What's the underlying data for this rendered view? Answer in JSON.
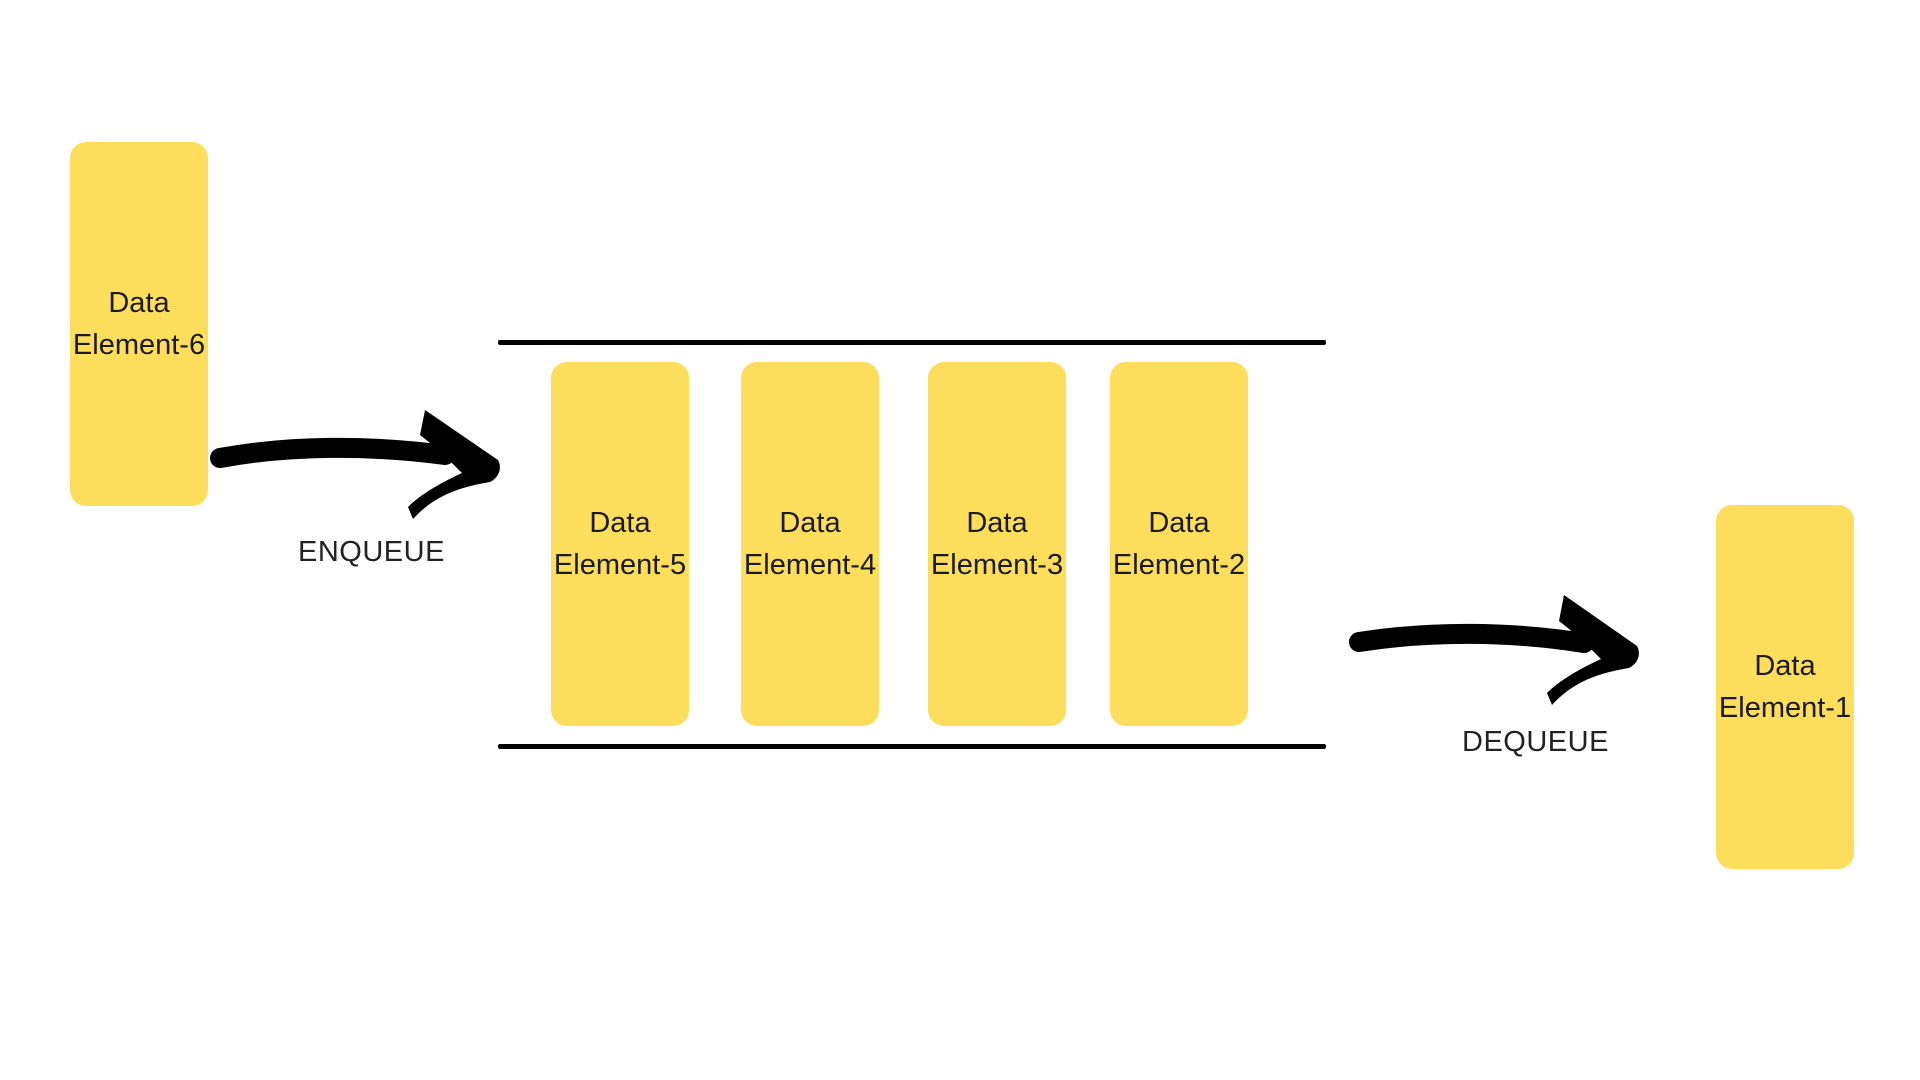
{
  "colors": {
    "block_fill": "#FDDD5C",
    "rail": "#000000",
    "arrow": "#000000",
    "text": "#1a1a1a",
    "background": "#ffffff"
  },
  "incoming": {
    "line1": "Data",
    "line2": "Element-6"
  },
  "queue": {
    "elements": [
      {
        "line1": "Data",
        "line2": "Element-5"
      },
      {
        "line1": "Data",
        "line2": "Element-4"
      },
      {
        "line1": "Data",
        "line2": "Element-3"
      },
      {
        "line1": "Data",
        "line2": "Element-2"
      }
    ]
  },
  "outgoing": {
    "line1": "Data",
    "line2": "Element-1"
  },
  "operations": {
    "enqueue_label": "ENQUEUE",
    "dequeue_label": "DEQUEUE"
  },
  "icons": {
    "enqueue_arrow": "enqueue-arrow-icon",
    "dequeue_arrow": "dequeue-arrow-icon"
  }
}
